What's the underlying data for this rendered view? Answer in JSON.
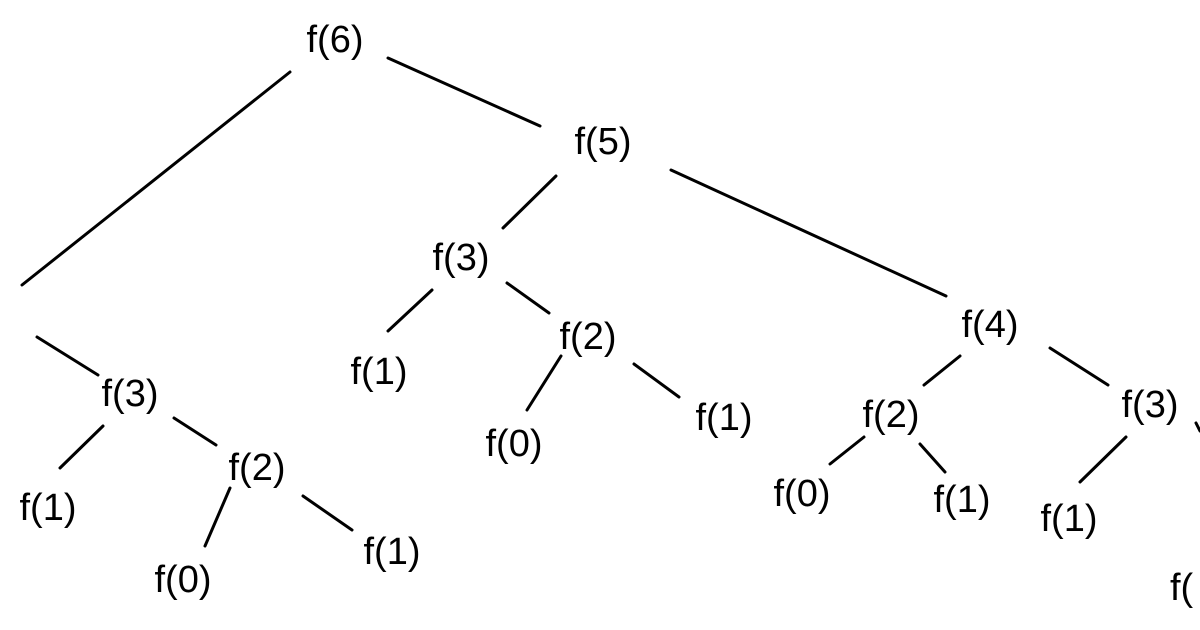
{
  "diagram": {
    "line_color": "#000000",
    "background": "#ffffff",
    "nodes": [
      {
        "id": "n6",
        "label": "f(6)"
      },
      {
        "id": "n5",
        "label": "f(5)"
      },
      {
        "id": "nL",
        "label": ")"
      },
      {
        "id": "n5_3",
        "label": "f(3)"
      },
      {
        "id": "n5_4",
        "label": "f(4)"
      },
      {
        "id": "n53_1",
        "label": "f(1)"
      },
      {
        "id": "n53_2",
        "label": "f(2)"
      },
      {
        "id": "n532_0",
        "label": "f(0)"
      },
      {
        "id": "n532_1",
        "label": "f(1)"
      },
      {
        "id": "n54_2",
        "label": "f(2)"
      },
      {
        "id": "n54_3",
        "label": "f(3)"
      },
      {
        "id": "n542_0",
        "label": "f(0)"
      },
      {
        "id": "n542_1",
        "label": "f(1)"
      },
      {
        "id": "n543_1",
        "label": "f(1)"
      },
      {
        "id": "n543_2",
        "label": "f("
      },
      {
        "id": "nL_3",
        "label": "f(3)"
      },
      {
        "id": "nL3_1",
        "label": "f(1)"
      },
      {
        "id": "nL3_2",
        "label": "f(2)"
      },
      {
        "id": "nL32_0",
        "label": "f(0)"
      },
      {
        "id": "nL32_1",
        "label": "f(1)"
      }
    ],
    "edges": [
      [
        "n6",
        "nL"
      ],
      [
        "n6",
        "n5"
      ],
      [
        "n5",
        "n5_3"
      ],
      [
        "n5",
        "n5_4"
      ],
      [
        "n5_3",
        "n53_1"
      ],
      [
        "n5_3",
        "n53_2"
      ],
      [
        "n53_2",
        "n532_0"
      ],
      [
        "n53_2",
        "n532_1"
      ],
      [
        "n5_4",
        "n54_2"
      ],
      [
        "n5_4",
        "n54_3"
      ],
      [
        "n54_2",
        "n542_0"
      ],
      [
        "n54_2",
        "n542_1"
      ],
      [
        "n54_3",
        "n543_1"
      ],
      [
        "n54_3",
        "n543_2"
      ],
      [
        "nL",
        "nL_3"
      ],
      [
        "nL_3",
        "nL3_1"
      ],
      [
        "nL_3",
        "nL3_2"
      ],
      [
        "nL32_0",
        "nL3_2"
      ],
      [
        "nL3_2",
        "nL32_1"
      ]
    ]
  }
}
